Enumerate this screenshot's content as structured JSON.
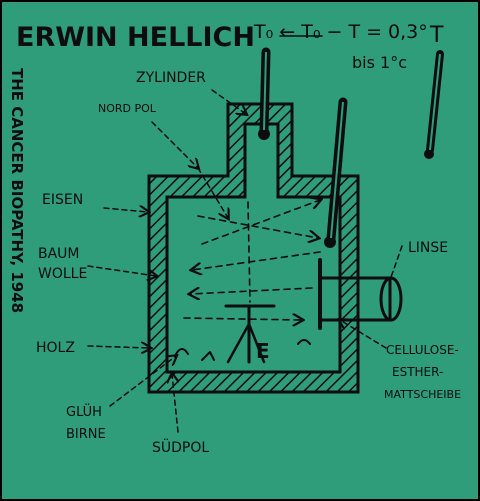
{
  "title": "ERWIN HELLICH",
  "formula": "T₀ ← T₀ − T = 0,3°",
  "formula_suffix": "bis 1°c",
  "thermometer_label_left": "T₀",
  "thermometer_label_right": "T",
  "side_caption": "THE CANCER BIOPATHY, 1948",
  "labels": {
    "zylinder": "ZYLINDER",
    "nordpol": "NORD POL",
    "eisen": "EISEN",
    "baumwolle_1": "BAUM",
    "baumwolle_2": "WOLLE",
    "holz": "HOLZ",
    "gluhbirne_1": "GLÜH",
    "gluhbirne_2": "BIRNE",
    "sudpol": "SÜDPOL",
    "linse": "LINSE",
    "cellulose_1": "CELLULOSE-",
    "cellulose_2": "ESTHER-",
    "cellulose_3": "MATTSCHEIBE",
    "e_mark": "E"
  },
  "colors": {
    "background": "#2f9c7a",
    "ink": "#0d0d0d",
    "frame": "#000000"
  }
}
